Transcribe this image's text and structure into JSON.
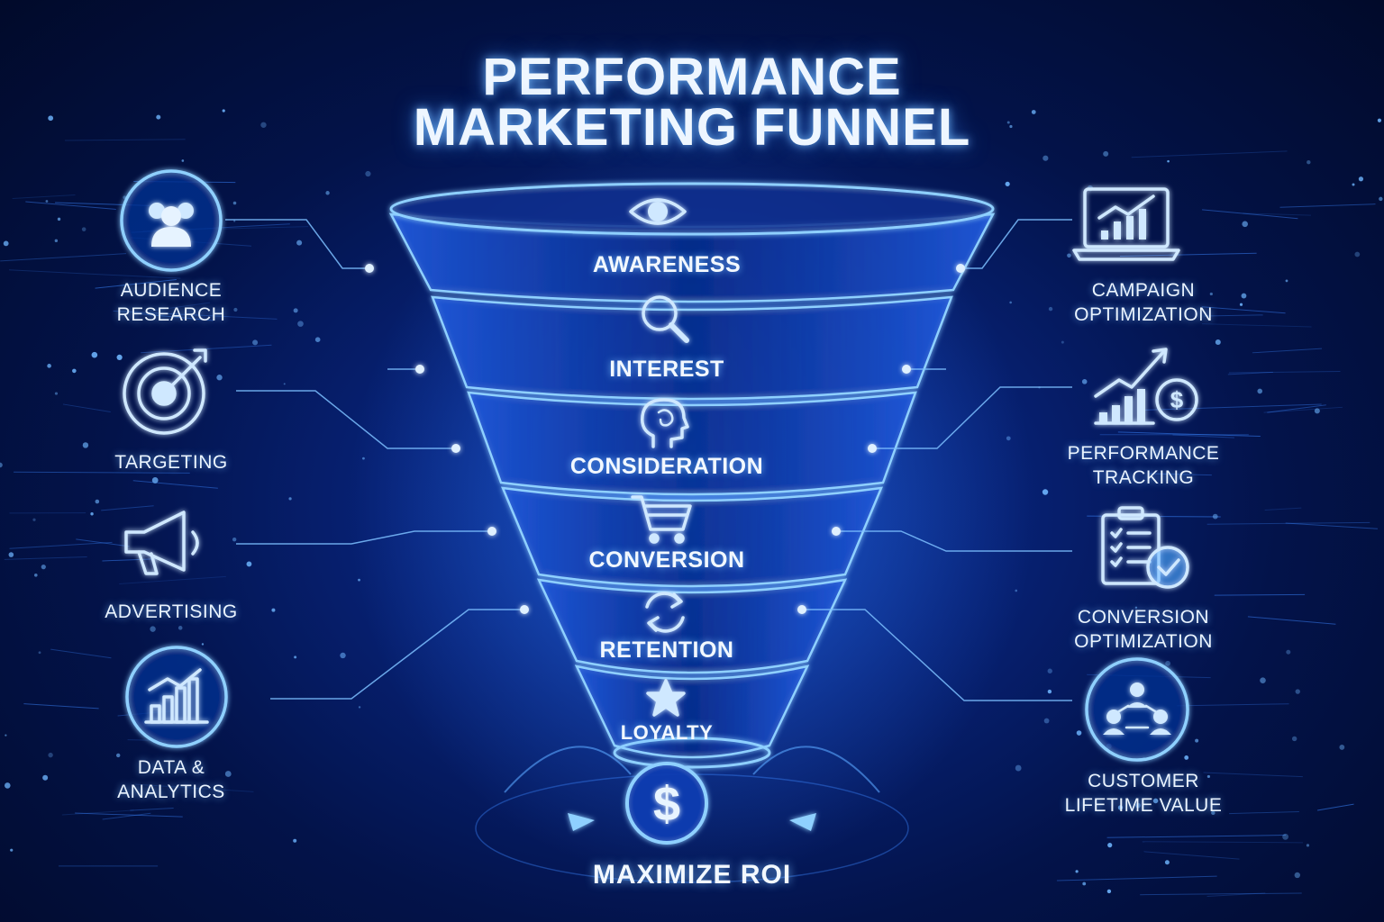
{
  "title": {
    "line1": "PERFORMANCE",
    "line2": "MARKETING FUNNEL"
  },
  "funnel_stages": [
    {
      "label": "AWARENESS",
      "icon": "eye-icon"
    },
    {
      "label": "INTEREST",
      "icon": "magnifier-icon"
    },
    {
      "label": "CONSIDERATION",
      "icon": "head-icon"
    },
    {
      "label": "CONVERSION",
      "icon": "cart-icon"
    },
    {
      "label": "RETENTION",
      "icon": "refresh-icon"
    },
    {
      "label": "LOYALTY",
      "icon": "star-icon"
    }
  ],
  "left_items": [
    {
      "lines": [
        "AUDIENCE",
        "RESEARCH"
      ],
      "icon": "people-icon"
    },
    {
      "lines": [
        "TARGETING"
      ],
      "icon": "target-icon"
    },
    {
      "lines": [
        "ADVERTISING"
      ],
      "icon": "megaphone-icon"
    },
    {
      "lines": [
        "DATA &",
        "ANALYTICS"
      ],
      "icon": "bar-chart-icon"
    }
  ],
  "right_items": [
    {
      "lines": [
        "CAMPAIGN",
        "OPTIMIZATION"
      ],
      "icon": "laptop-chart-icon"
    },
    {
      "lines": [
        "PERFORMANCE",
        "TRACKING"
      ],
      "icon": "growth-dollar-icon"
    },
    {
      "lines": [
        "CONVERSION",
        "OPTIMIZATION"
      ],
      "icon": "clipboard-check-icon"
    },
    {
      "lines": [
        "CUSTOMER",
        "LIFETIME VALUE"
      ],
      "icon": "network-people-icon"
    }
  ],
  "roi": {
    "label": "MAXIMIZE ROI",
    "icon": "dollar-icon"
  },
  "colors": {
    "accent": "#4aa8ff",
    "glow": "#8fd0ff",
    "background": "#031552"
  }
}
